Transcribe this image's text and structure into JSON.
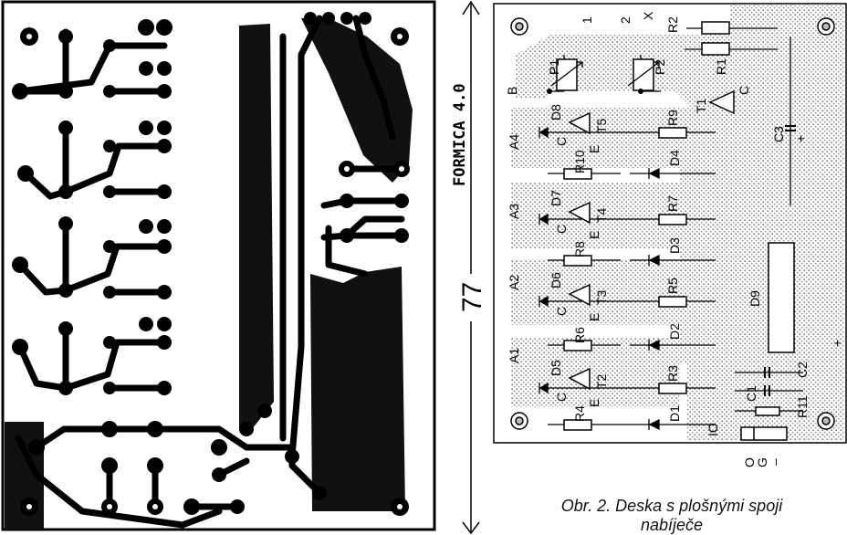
{
  "board_material": "FORMICA 4.0",
  "dimension_label": "77",
  "caption": {
    "line1": "Obr. 2. Deska s plošnými spoji",
    "line2": "nabíječe"
  },
  "components": {
    "P1": "P1",
    "P2": "P2",
    "R1": "R1",
    "R2": "R2",
    "B": "B",
    "n1": "1",
    "n2": "2",
    "nX": "X",
    "T1": "T1",
    "C_T1": "C",
    "C3": "C3",
    "plus_c3": "+",
    "A1": "A1",
    "A2": "A2",
    "A3": "A3",
    "A4": "A4",
    "D1": "D1",
    "D2": "D2",
    "D3": "D3",
    "D4": "D4",
    "D5": "D5",
    "D6": "D6",
    "D7": "D7",
    "D8": "D8",
    "D9": "D9",
    "T2": "T2",
    "T3": "T3",
    "T4": "T4",
    "T5": "T5",
    "R3": "R3",
    "R4": "R4",
    "R5": "R5",
    "R6": "R6",
    "R7": "R7",
    "R8": "R8",
    "R9": "R9",
    "R10": "R10",
    "R11": "R11",
    "C1": "C1",
    "C2": "C2",
    "IO": "IO",
    "O": "O",
    "G": "G",
    "minus": "–",
    "plus_d9": "+",
    "C": "C",
    "E": "E"
  }
}
